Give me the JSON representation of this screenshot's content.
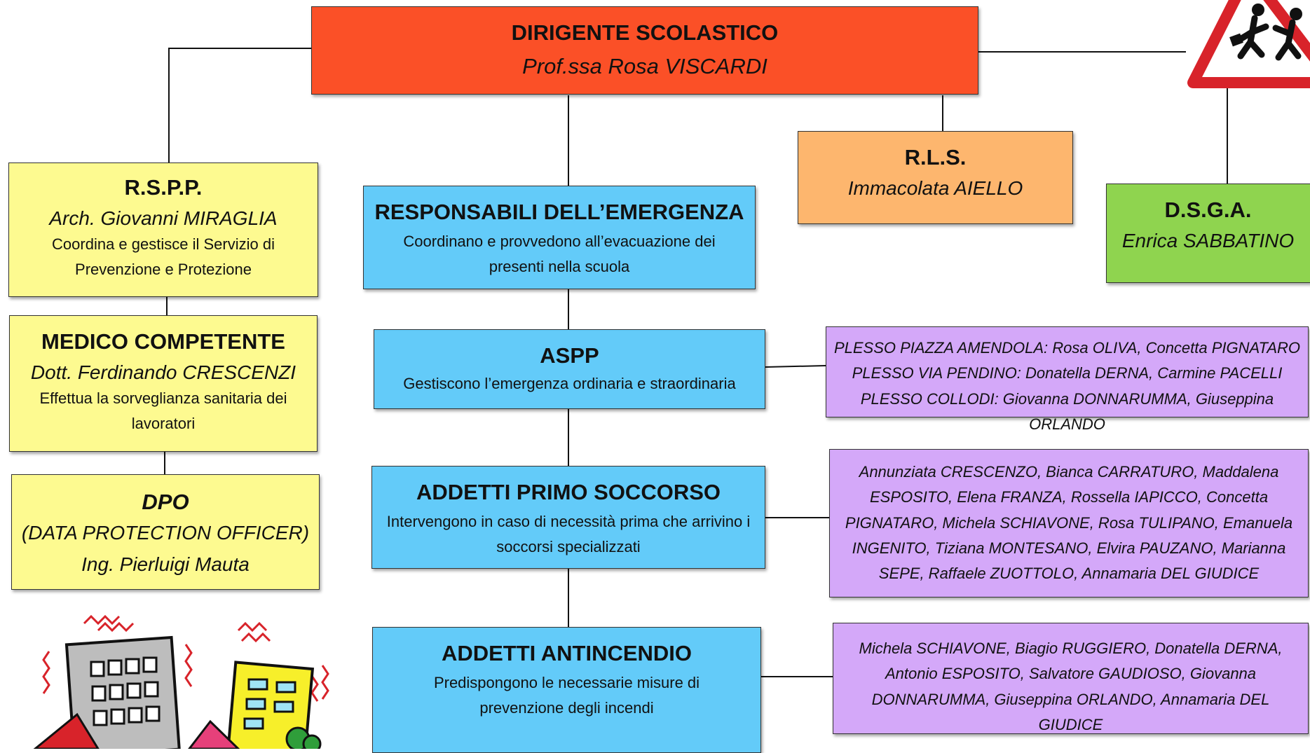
{
  "dirigente": {
    "title": "DIRIGENTE SCOLASTICO",
    "name": "Prof.ssa Rosa VISCARDI"
  },
  "rspp": {
    "title": "R.S.P.P.",
    "name": "Arch. Giovanni MIRAGLIA",
    "desc": "Coordina e gestisce il Servizio di Prevenzione e Protezione"
  },
  "medico": {
    "title": "MEDICO COMPETENTE",
    "name": "Dott. Ferdinando CRESCENZI",
    "desc": "Effettua la sorveglianza sanitaria dei lavoratori"
  },
  "dpo": {
    "title": "DPO",
    "subtitle": "(DATA PROTECTION OFFICER)",
    "name": "Ing. Pierluigi Mauta"
  },
  "emergenza": {
    "title": "RESPONSABILI DELL’EMERGENZA",
    "desc": "Coordinano e provvedono all’evacuazione dei presenti nella scuola"
  },
  "aspp": {
    "title": "ASPP",
    "desc": "Gestiscono l’emergenza ordinaria e straordinaria"
  },
  "primo_soccorso": {
    "title": "ADDETTI PRIMO SOCCORSO",
    "desc": "Intervengono in caso di necessità prima che arrivino i soccorsi specializzati"
  },
  "antincendio": {
    "title": "ADDETTI ANTINCENDIO",
    "desc": "Predispongono le necessarie misure di prevenzione degli incendi"
  },
  "rls": {
    "title": "R.L.S.",
    "name": "Immacolata AIELLO"
  },
  "dsga": {
    "title": "D.S.G.A.",
    "name": "Enrica SABBATINO"
  },
  "aspp_list": {
    "line1": "PLESSO PIAZZA AMENDOLA: Rosa OLIVA, Concetta PIGNATARO",
    "line2": "PLESSO VIA PENDINO: Donatella DERNA, Carmine PACELLI",
    "line3": "PLESSO COLLODI: Giovanna DONNARUMMA, Giuseppina ORLANDO"
  },
  "primo_soccorso_list": "Annunziata CRESCENZO, Bianca CARRATURO, Maddalena ESPOSITO, Elena FRANZA, Rossella IAPICCO, Concetta PIGNATARO, Michela SCHIAVONE, Rosa TULIPANO, Emanuela INGENITO, Tiziana MONTESANO, Elvira PAUZANO, Marianna SEPE, Raffaele ZUOTTOLO, Annamaria DEL GIUDICE",
  "antincendio_list": "Michela SCHIAVONE, Biagio RUGGIERO, Donatella DERNA, Antonio ESPOSITO, Salvatore GAUDIOSO, Giovanna DONNARUMMA, Giuseppina ORLANDO, Annamaria DEL GIUDICE",
  "colors": {
    "red": "#fb5027",
    "yellow": "#fdfa90",
    "blue": "#63cbf9",
    "purple": "#d4a8f9",
    "orange": "#fdb66e",
    "green": "#8fd44f"
  }
}
